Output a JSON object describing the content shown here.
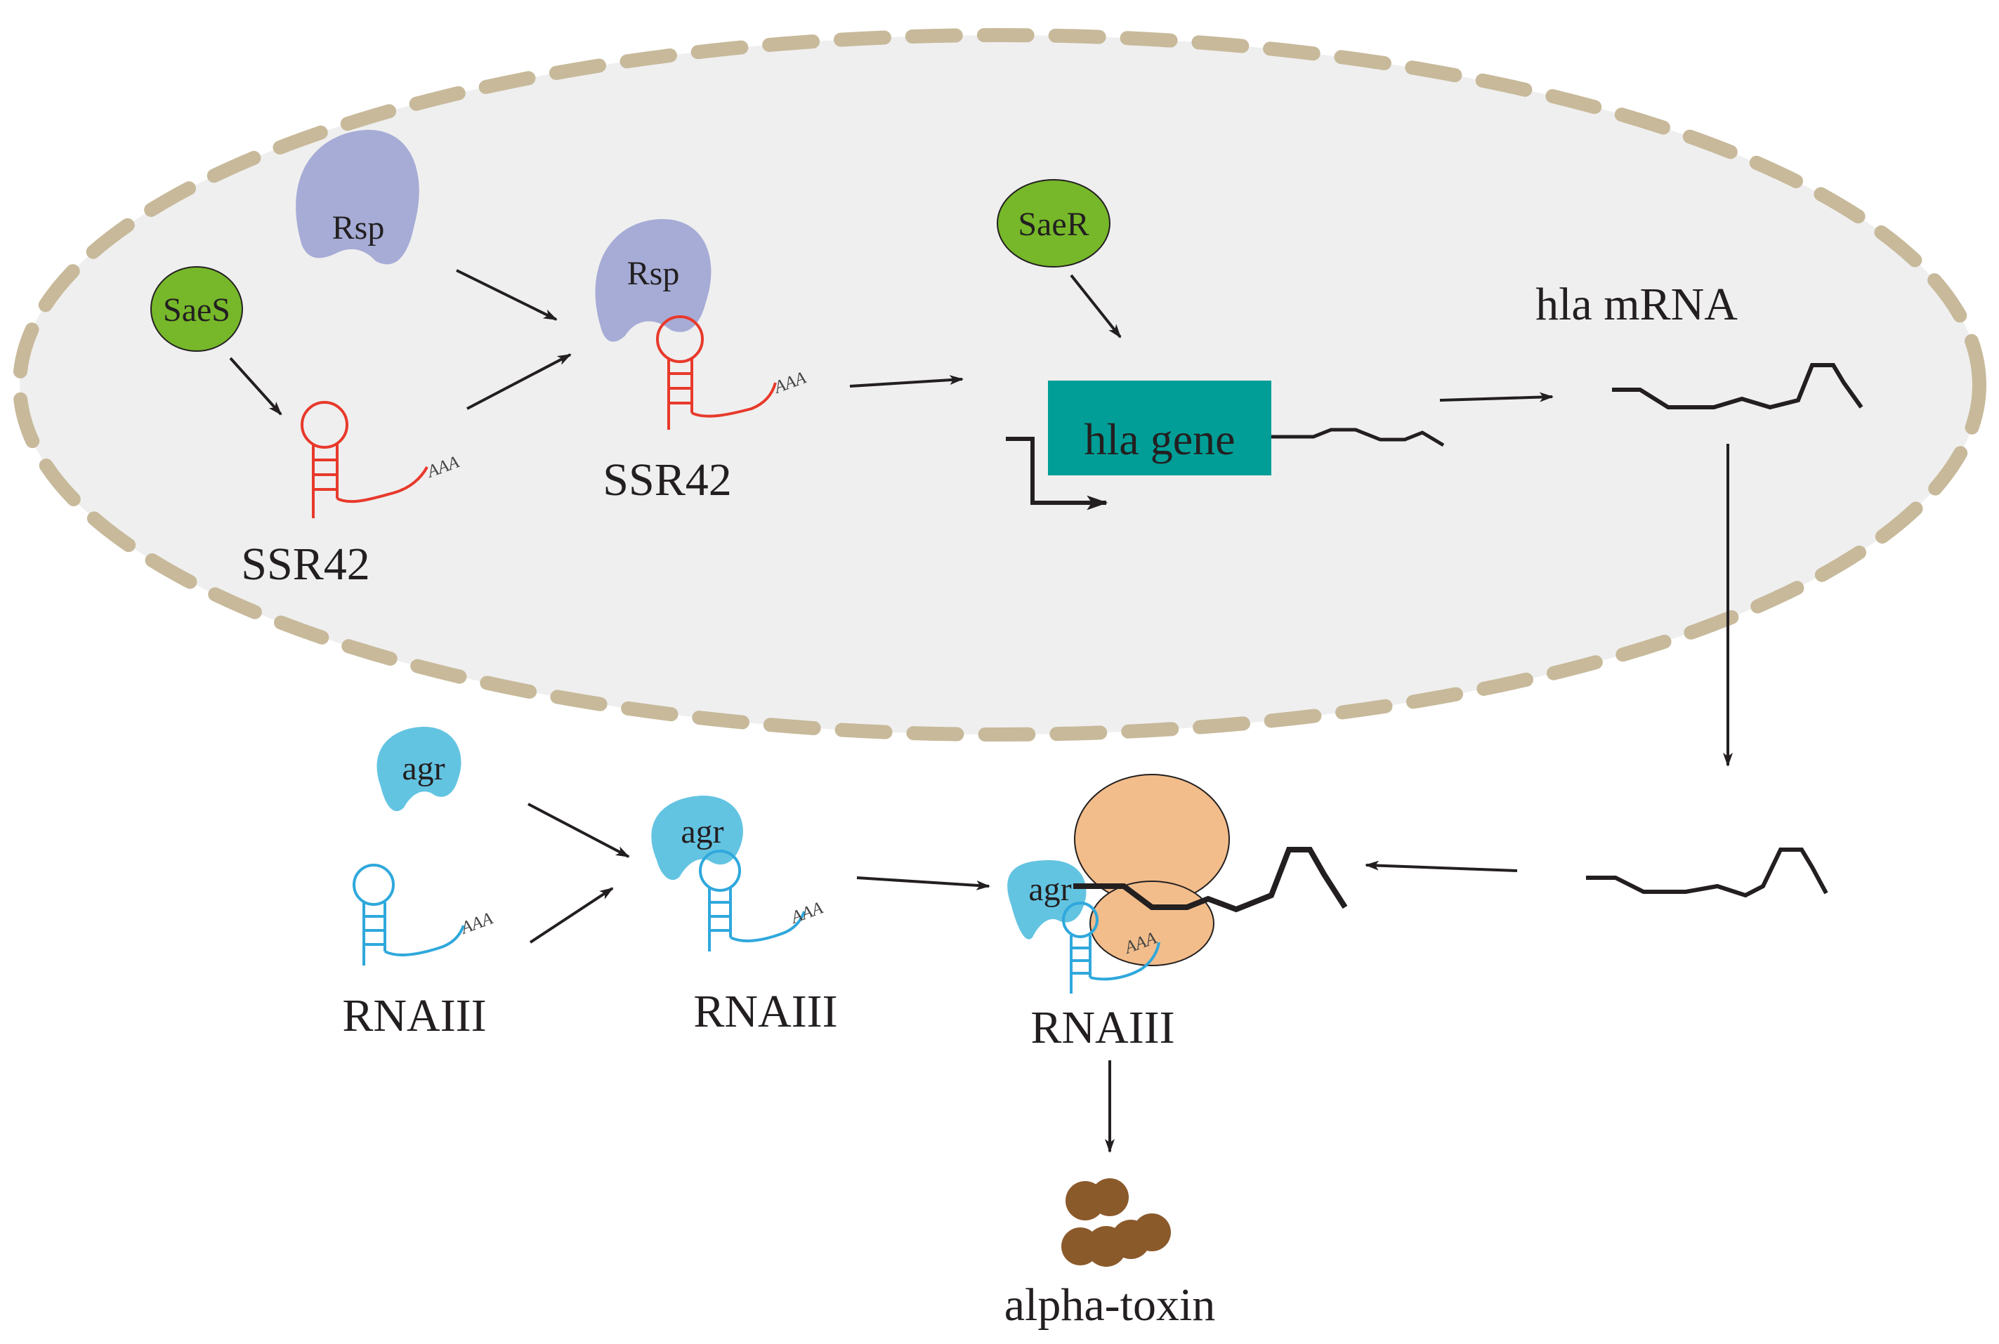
{
  "colors": {
    "cell_fill": "#efefef",
    "cell_border": "#c7b99a",
    "rsp": "#a6acd6",
    "sae": "#76b82a",
    "ssr42": "#e8392b",
    "rnaiii": "#2fa8dc",
    "agr": "#63c4e2",
    "gene_box": "#009e96",
    "ribosome": "#f2bd8b",
    "toxin": "#8b5a2b",
    "arrow": "#231f20"
  },
  "cell": {
    "proteins": {
      "rsp_free": "Rsp",
      "saes": "SaeS",
      "rsp_bound": "Rsp",
      "saer": "SaeR"
    },
    "rna": {
      "ssr42_free": {
        "label": "SSR42",
        "polya": "AAA"
      },
      "ssr42_bound": {
        "label": "SSR42",
        "polya": "AAA"
      }
    },
    "gene": {
      "label": "hla gene"
    },
    "mrna": {
      "label": "hla mRNA"
    }
  },
  "outside": {
    "agr_free": "agr",
    "agr_bound": "agr",
    "agr_ribosome": "agr",
    "rnaiii_free": {
      "label": "RNAIII",
      "polya": "AAA"
    },
    "rnaiii_bound": {
      "label": "RNAIII",
      "polya": "AAA"
    },
    "rnaiii_ribosome": {
      "label": "RNAIII",
      "polya": "AAA"
    },
    "toxin": {
      "label": "alpha-toxin"
    }
  }
}
